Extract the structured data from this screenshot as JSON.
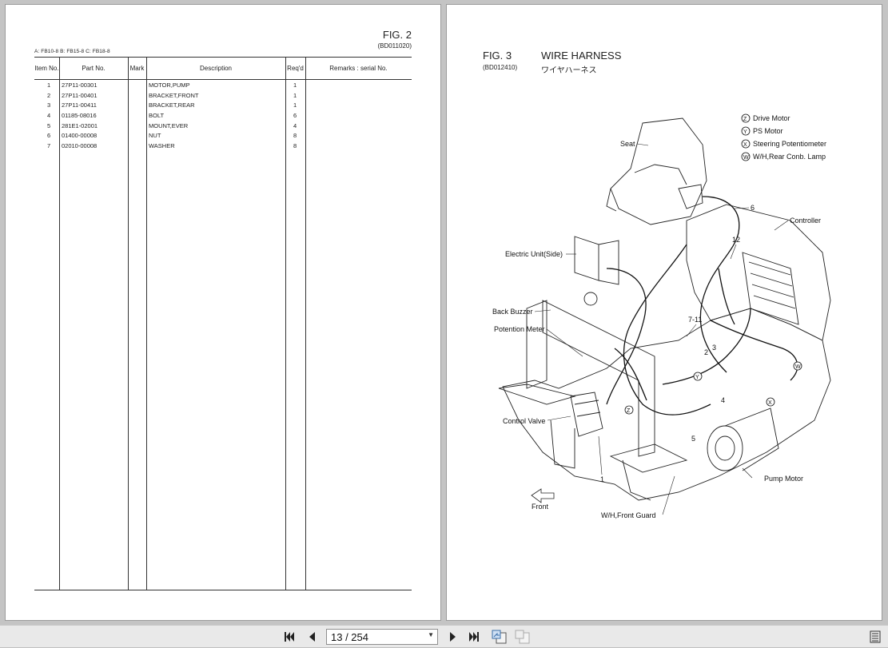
{
  "left_page": {
    "fig_label": "FIG. 2",
    "fig_code": "(BD011020)",
    "models": "A: FB10-8   B: FB15-8   C: FB18-8",
    "headers": {
      "item": "Item No.",
      "part": "Part No.",
      "mark": "Mark",
      "desc": "Description",
      "req": "Req'd",
      "remarks": "Remarks : serial No."
    },
    "rows": [
      {
        "item": "1",
        "part": "27P11-00301",
        "desc": "MOTOR,PUMP",
        "req": "1"
      },
      {
        "item": "2",
        "part": "27P11-00401",
        "desc": "BRACKET,FRONT",
        "req": "1"
      },
      {
        "item": "3",
        "part": "27P11-00411",
        "desc": "BRACKET,REAR",
        "req": "1"
      },
      {
        "item": "4",
        "part": "01185-08016",
        "desc": "BOLT",
        "req": "6"
      },
      {
        "item": "5",
        "part": "281E1-02001",
        "desc": "MOUNT,EVER",
        "req": "4"
      },
      {
        "item": "6",
        "part": "01400-00008",
        "desc": "NUT",
        "req": "8"
      },
      {
        "item": "7",
        "part": "02010-00008",
        "desc": "WASHER",
        "req": "8"
      }
    ]
  },
  "right_page": {
    "fig_label": "FIG. 3",
    "title": "WIRE HARNESS",
    "fig_code": "(BD012410)",
    "title_jp": "ワイヤハーネス",
    "legend": [
      {
        "symbol": "Z",
        "text": "Drive Motor"
      },
      {
        "symbol": "Y",
        "text": "PS  Motor"
      },
      {
        "symbol": "X",
        "text": "Steering Potentiometer"
      },
      {
        "symbol": "W",
        "text": "W/H,Rear Conb. Lamp"
      }
    ],
    "labels": {
      "seat": "Seat",
      "controller": "Controller",
      "electric_unit": "Electric Unit(Side)",
      "back_buzzer": "Back Buzzer",
      "potention_meter": "Potention Meter",
      "control_valve": "Control Valve",
      "pump_motor": "Pump Motor",
      "wh_front_guard": "W/H,Front Guard",
      "front": "Front"
    },
    "callouts": {
      "n6": "6",
      "n12": "12",
      "n7_11": "7-11",
      "n2": "2",
      "n3": "3",
      "n4": "4",
      "n5": "5",
      "n1": "1",
      "mY": "Y",
      "mZ": "Z",
      "mW": "W",
      "mX": "X"
    }
  },
  "toolbar": {
    "page_indicator": "13 / 254"
  }
}
